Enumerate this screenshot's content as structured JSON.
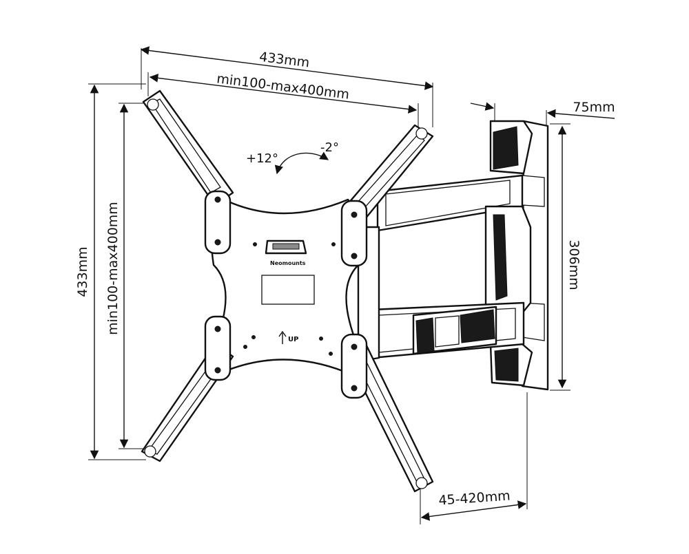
{
  "dimensions": {
    "overall_width": "433mm",
    "vesa_width": "min100-max400mm",
    "overall_height": "433mm",
    "vesa_height": "min100-max400mm",
    "depth_wall_plate": "75mm",
    "wall_plate_height": "306mm",
    "extension": "45-420mm"
  },
  "tilt": {
    "forward": "+12°",
    "backward": "-2°"
  },
  "plate_labels": {
    "brand": "Neomounts",
    "up": "UP"
  },
  "colors": {
    "line": "#111111",
    "background": "#ffffff"
  }
}
